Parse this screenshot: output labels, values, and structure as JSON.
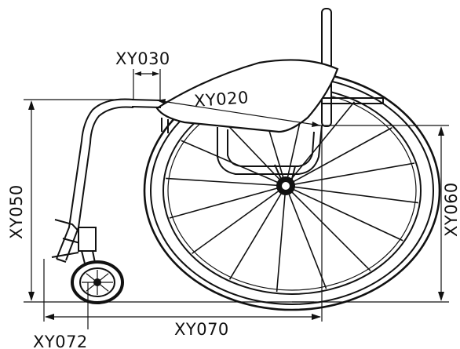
{
  "diagram": {
    "subject": "wheelchair side view",
    "stroke_color": "#111111",
    "background": "#ffffff",
    "labels": {
      "xy030": "XY030",
      "xy020": "XY020",
      "xy050": "XY050",
      "xy060": "XY060",
      "xy070": "XY070",
      "xy072": "XY072"
    },
    "rear_wheel_spokes": 16,
    "caster_spokes": 8
  }
}
